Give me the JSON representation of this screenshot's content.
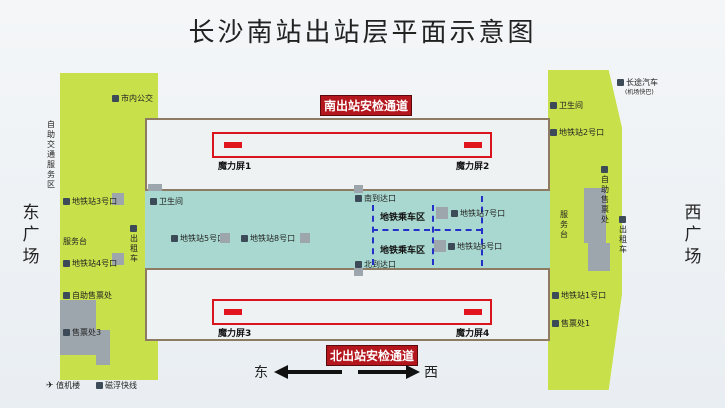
{
  "title": "长沙南站出站层平面示意图",
  "plazas": {
    "east": "东广场",
    "west": "西广场"
  },
  "gates": {
    "south": "南出站安检通道",
    "north": "北出站安检通道"
  },
  "screens": [
    "魔力屏1",
    "魔力屏2",
    "魔力屏3",
    "魔力屏4"
  ],
  "zones": [
    "地铁乘车区",
    "地铁乘车区"
  ],
  "exits": {
    "south": "南到达口",
    "north": "北到达口"
  },
  "metro_exits": {
    "m2": "地铁站2号口",
    "m3": "地铁站3号口",
    "m4": "地铁站4号口",
    "m5": "地铁站5号口",
    "m6": "地铁站6号口",
    "m7": "地铁站7号口",
    "m8": "地铁站8号口",
    "m1": "地铁站1号口"
  },
  "east_side": {
    "bus": "市内公交",
    "service_vertical": "自助交通服务区",
    "taxi": "出租车",
    "service_desk": "服务台",
    "auto_ticket": "自助售票处",
    "ticket3": "售票处3",
    "duty": "值机楼",
    "maglev": "磁浮快线"
  },
  "west_side": {
    "long_bus": "长途汽车",
    "long_bus_sub": "(机场快巴)",
    "wc": "卫生间",
    "auto_ticket": "自助售票处",
    "service": "服务台",
    "taxi": "出租车",
    "ticket1": "售票处1"
  },
  "middle_wc": "卫生间",
  "direction": {
    "east": "东",
    "west": "西"
  },
  "colors": {
    "green": "#c8e04a",
    "mid": "#a8d8cf",
    "gate_red": "#b3161c",
    "dash_blue": "#2530c8"
  }
}
